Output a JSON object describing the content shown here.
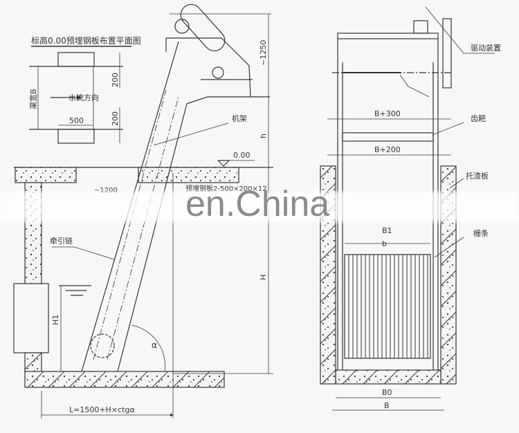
{
  "plan_view": {
    "title": "标高0.00预埋钢板布置平面图",
    "channel_width_label": "渠宽B",
    "flow_direction_label": "水流方向",
    "dim_plate_length": "500",
    "dim_plate_width_top": "200",
    "dim_plate_width_bottom": "200"
  },
  "side_view": {
    "dim_top": "~1250",
    "dim_h": "h",
    "elevation_label": "0.00",
    "frame_label": "机架",
    "embedded_plate_label": "预埋钢板2-500×200×12",
    "dim_1200": "~1200",
    "chain_label": "牵引链",
    "dim_H": "H",
    "dim_H1": "H1",
    "angle_label": "α",
    "dim_L": "L=1500+H×ctgα"
  },
  "front_view": {
    "drive_label": "驱动装置",
    "dim_b_plus_300": "B+300",
    "rake_label": "齿耙",
    "dim_b_plus_200": "B+200",
    "debris_plate_label": "托渣板",
    "dim_B1": "B1",
    "dim_b": "b",
    "bar_label": "栅条",
    "dim_B0": "B0",
    "dim_B": "B"
  },
  "watermark": {
    "text": "en.China"
  }
}
